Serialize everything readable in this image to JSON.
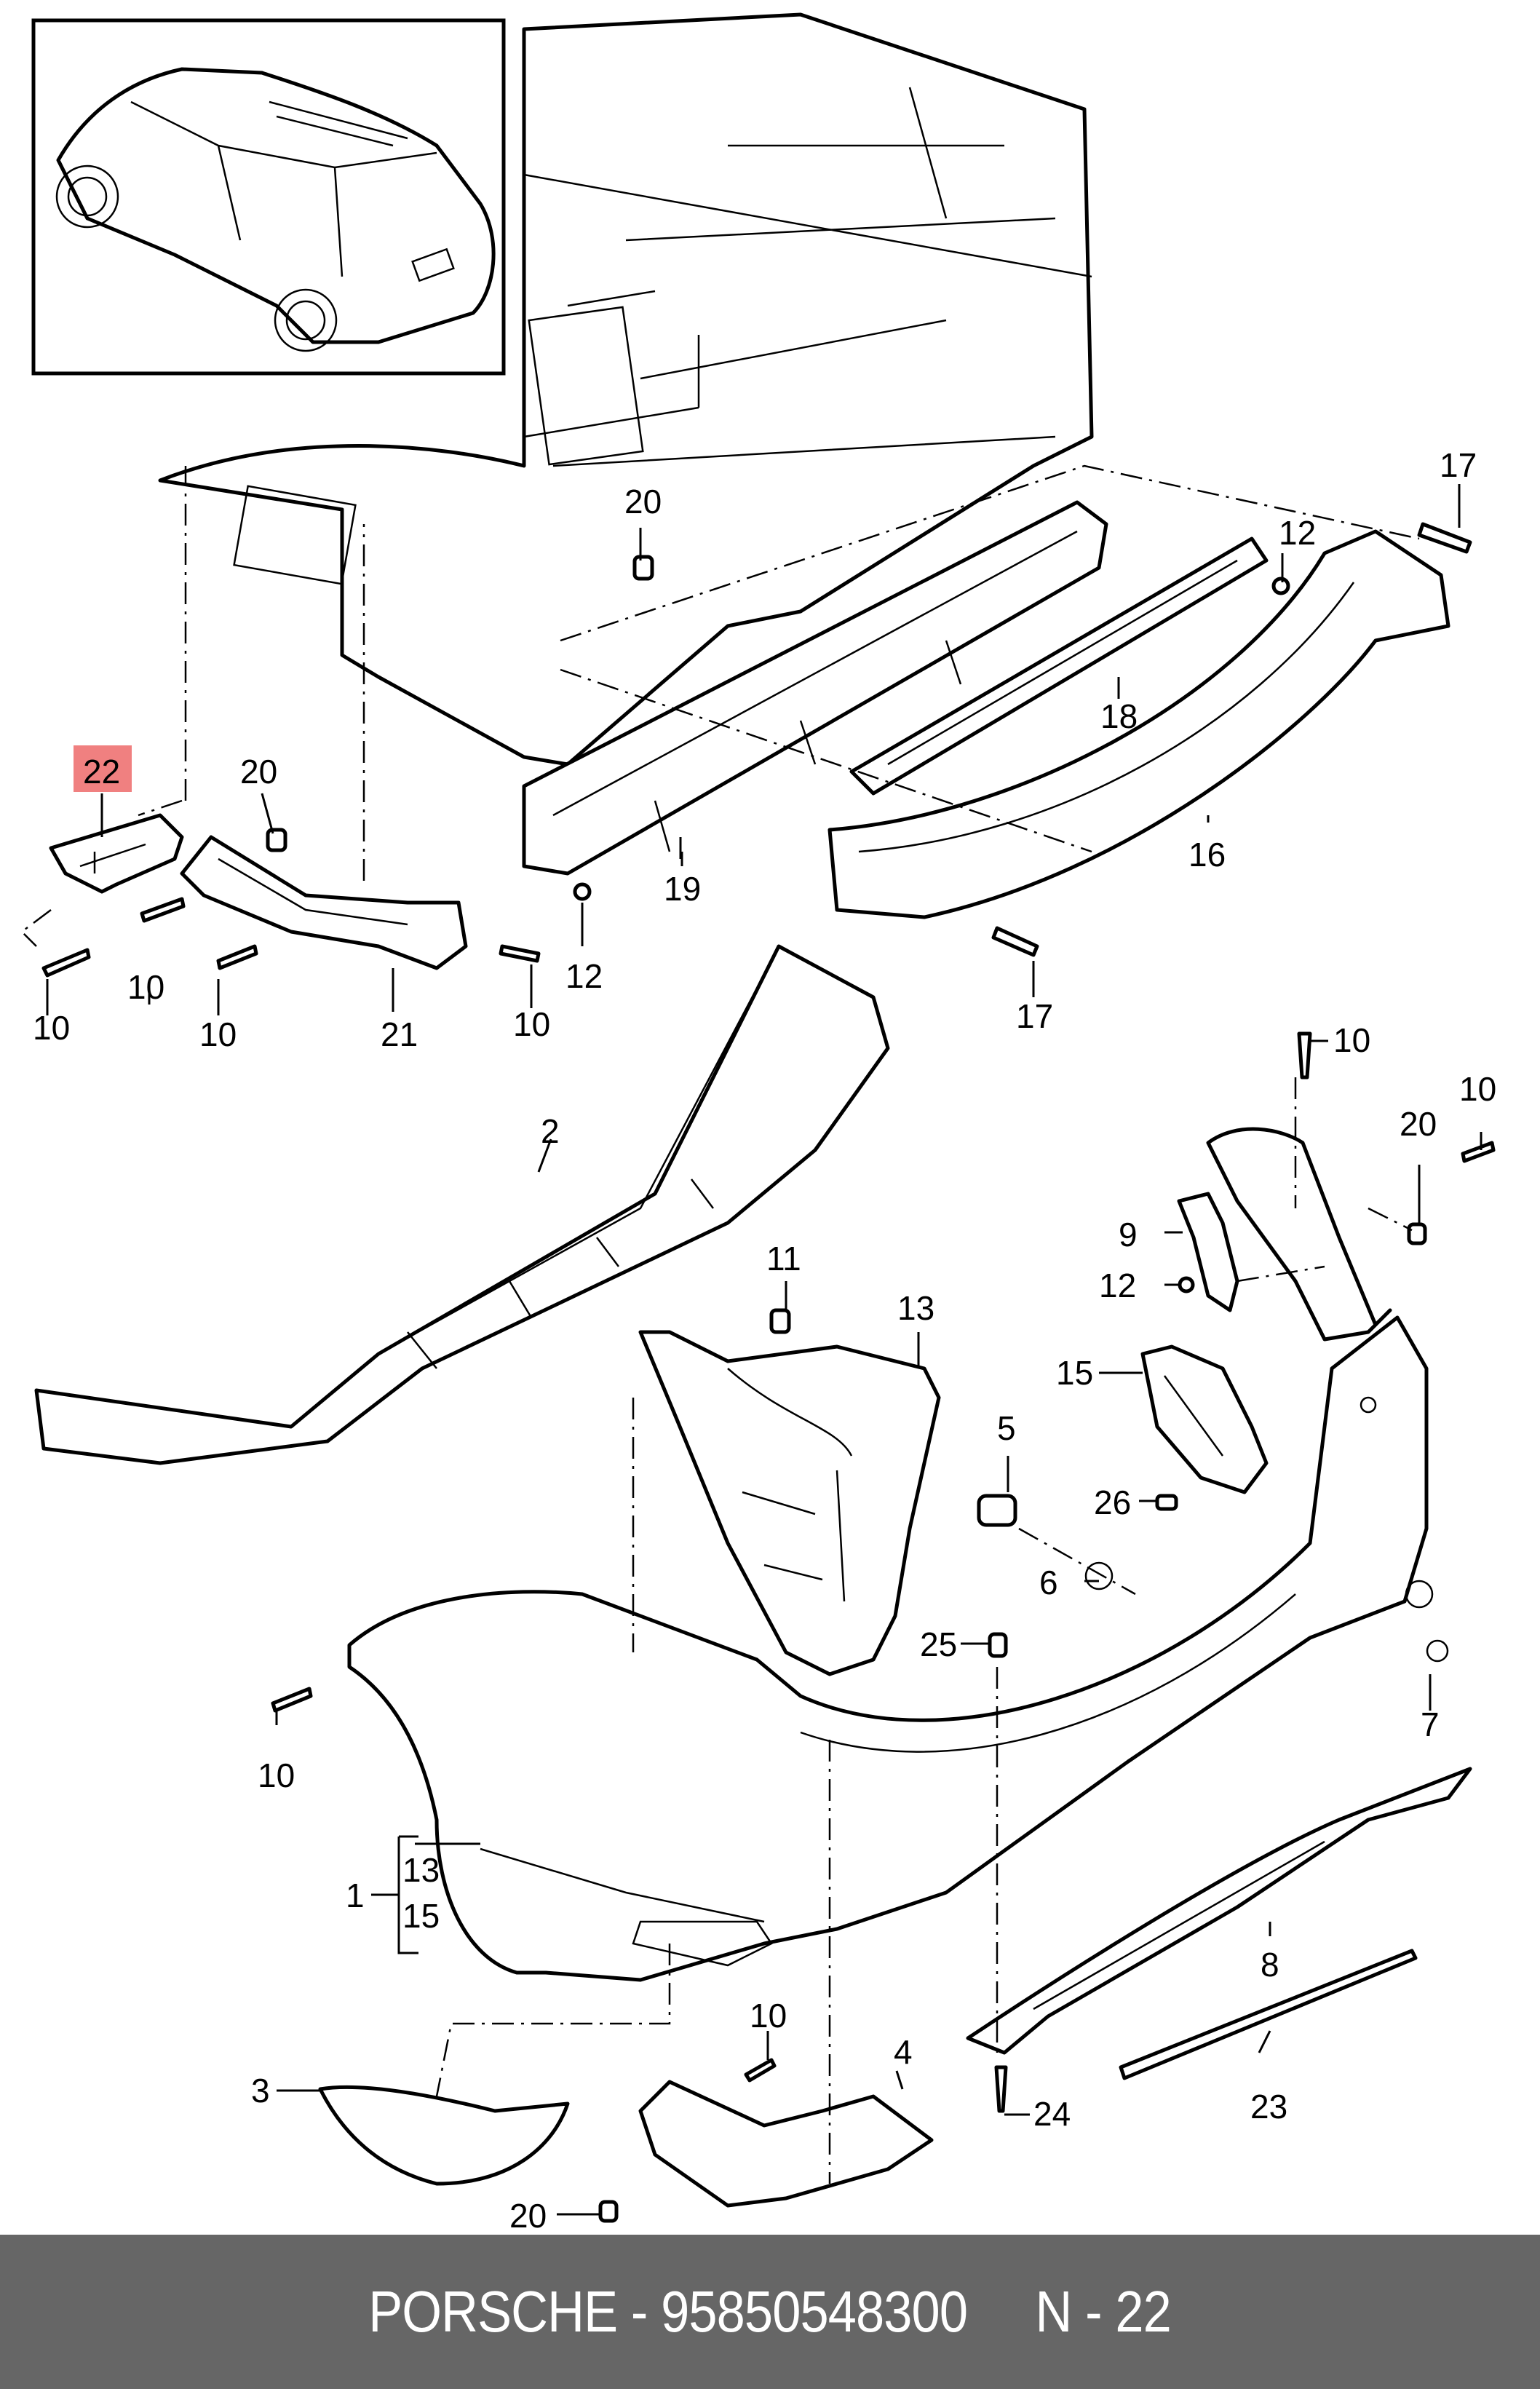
{
  "diagram": {
    "highlight_color": "#f08080",
    "highlighted_label": "22",
    "labels": {
      "l22": "22",
      "l20a": "20",
      "l20b": "20",
      "l20c": "20",
      "l20d": "20",
      "l17a": "17",
      "l17b": "17",
      "l12a": "12",
      "l12b": "12",
      "l12c": "12",
      "l18": "18",
      "l19": "19",
      "l16": "16",
      "l21": "21",
      "l10a": "10",
      "l10b": "10",
      "l10c": "10",
      "l10d": "10",
      "l10e": "10",
      "l10f": "10",
      "l10g": "10",
      "l10h": "10",
      "l2": "2",
      "l11": "11",
      "l13": "13",
      "l9": "9",
      "l15": "15",
      "l5": "5",
      "l26": "26",
      "l6": "6",
      "l25": "25",
      "l7": "7",
      "l1": "1",
      "l1_13": "13",
      "l1_15": "15",
      "l8": "8",
      "l3": "3",
      "l4": "4",
      "l24": "24",
      "l23": "23"
    }
  },
  "footer": {
    "text": "PORSCHE - 95850548300     N - 22"
  }
}
